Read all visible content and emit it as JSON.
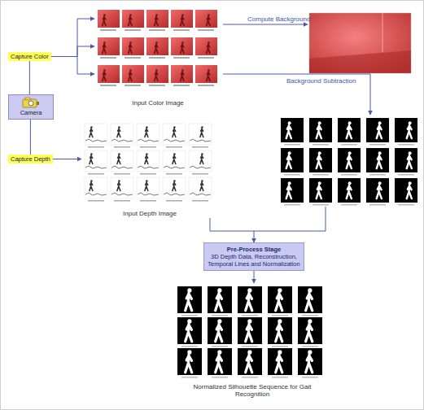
{
  "diagram": {
    "nodes": [
      {
        "text": [
          "Capture Color"
        ]
      },
      {
        "text": [
          "Camera"
        ]
      },
      {
        "text": [
          "Capture Depth"
        ]
      },
      {
        "text": [
          "Input Color Image"
        ]
      },
      {
        "text": [
          "Input Depth Image"
        ]
      },
      {
        "text": [
          "Pre-Process Stage",
          "3D Depth Data, Reconstruction, Temporal Lines and Normalization"
        ]
      },
      {
        "text": [
          "Normalized Silhouette Sequence for Gait Recognition"
        ]
      }
    ],
    "edges": [
      {
        "from": 1,
        "to": 0,
        "arrow": "none"
      },
      {
        "from": 1,
        "to": 2,
        "arrow": "none"
      },
      {
        "from": 0,
        "to": 3,
        "arrow": "to"
      },
      {
        "from": 2,
        "to": 4,
        "arrow": "to"
      },
      {
        "from": 4,
        "to": 5,
        "arrow": "to"
      },
      {
        "from": 5,
        "to": 6,
        "arrow": "to"
      }
    ],
    "labels": [
      "Compute Background",
      "Background Subtraction"
    ]
  }
}
